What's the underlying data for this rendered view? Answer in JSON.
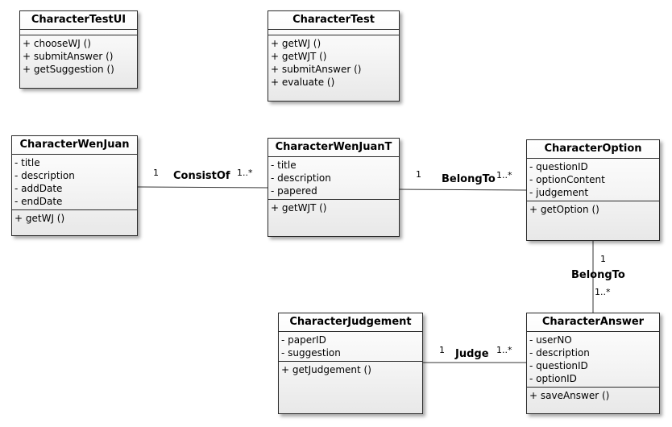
{
  "classes": [
    {
      "name": "CharacterTestUI",
      "attributes": [],
      "operations": [
        "+ chooseWJ ()",
        "+ submitAnswer ()",
        "+ getSuggestion ()"
      ]
    },
    {
      "name": "CharacterTest",
      "attributes": [],
      "operations": [
        "+ getWJ ()",
        "+ getWJT ()",
        "+ submitAnswer ()",
        "+ evaluate ()"
      ]
    },
    {
      "name": "CharacterWenJuan",
      "attributes": [
        "- title",
        "- description",
        "- addDate",
        "- endDate"
      ],
      "operations": [
        "+ getWJ ()"
      ]
    },
    {
      "name": "CharacterWenJuanT",
      "attributes": [
        "- title",
        "- description",
        "- papered"
      ],
      "operations": [
        "+ getWJT ()"
      ]
    },
    {
      "name": "CharacterOption",
      "attributes": [
        "- questionID",
        "- optionContent",
        "- judgement"
      ],
      "operations": [
        "+ getOption ()"
      ]
    },
    {
      "name": "CharacterJudgement",
      "attributes": [
        "- paperID",
        "- suggestion"
      ],
      "operations": [
        "+ getJudgement ()"
      ]
    },
    {
      "name": "CharacterAnswer",
      "attributes": [
        "- userNO",
        "- description",
        "- questionID",
        "- optionID"
      ],
      "operations": [
        "+ saveAnswer ()"
      ]
    }
  ],
  "associations": [
    {
      "name": "ConsistOf",
      "source_mult": "1",
      "target_mult": "1..*"
    },
    {
      "name": "BelongTo",
      "source_mult": "1",
      "target_mult": "1..*"
    },
    {
      "name": "BelongTo",
      "source_mult": "1",
      "target_mult": "1..*"
    },
    {
      "name": "Judge",
      "source_mult": "1",
      "target_mult": "1..*"
    }
  ]
}
